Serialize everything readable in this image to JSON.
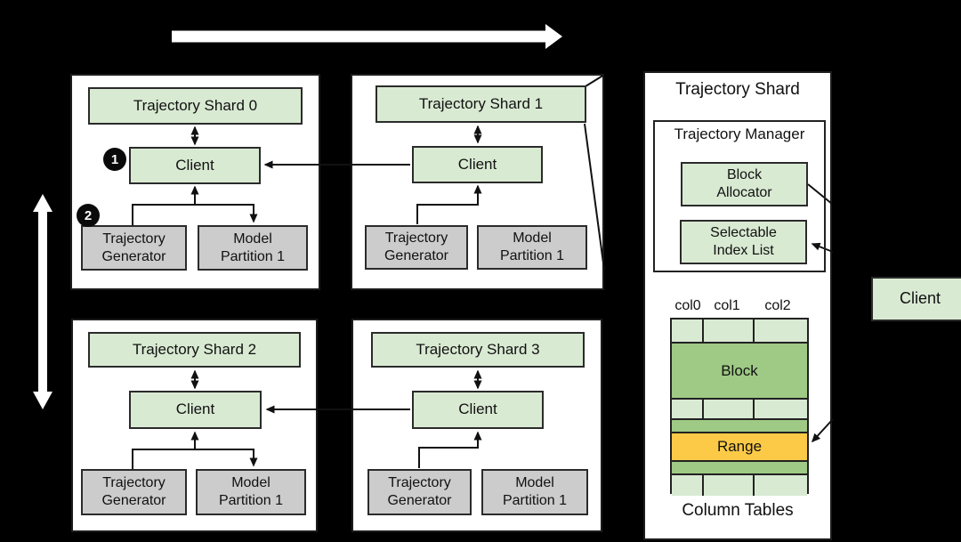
{
  "panels": [
    {
      "title": "Trajectory Shard 0",
      "client": "Client",
      "generator": [
        "Trajectory",
        "Generator"
      ],
      "partition": [
        "Model",
        "Partition 1"
      ]
    },
    {
      "title": "Trajectory Shard 1",
      "client": "Client",
      "generator": [
        "Trajectory",
        "Generator"
      ],
      "partition": [
        "Model",
        "Partition 1"
      ]
    },
    {
      "title": "Trajectory Shard 2",
      "client": "Client",
      "generator": [
        "Trajectory",
        "Generator"
      ],
      "partition": [
        "Model",
        "Partition 1"
      ]
    },
    {
      "title": "Trajectory Shard 3",
      "client": "Client",
      "generator": [
        "Trajectory",
        "Generator"
      ],
      "partition": [
        "Model",
        "Partition 1"
      ]
    }
  ],
  "badges": [
    "1",
    "2"
  ],
  "detail": {
    "title": "Trajectory Shard",
    "manager_label": "Trajectory Manager",
    "block_allocator": [
      "Block",
      "Allocator"
    ],
    "selectable_index": [
      "Selectable",
      "Index List"
    ],
    "column_headers": [
      "col0",
      "col1",
      "col2"
    ],
    "block_label": "Block",
    "range_label": "Range",
    "caption": "Column Tables"
  },
  "legend": {
    "client_label": "Client"
  },
  "colors": {
    "light_green": "#d9ead3",
    "mid_green": "#9fca85",
    "range_yellow": "#fcca47",
    "box_gray": "#cccccc",
    "background": "#000000",
    "panel": "#ffffff"
  }
}
